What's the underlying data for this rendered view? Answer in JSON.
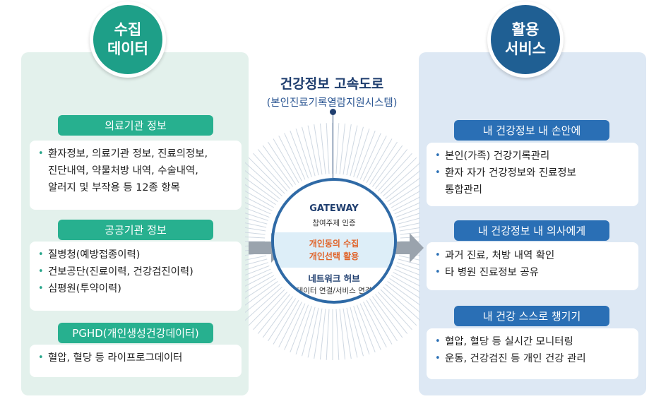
{
  "left": {
    "bubble_line1": "수집",
    "bubble_line2": "데이터",
    "groups": [
      {
        "tag": "의료기관 정보",
        "items": [
          "환자정보, 의료기관 정보, 진료의정보,",
          "진단내역, 약물처방 내역, 수술내역,",
          "알러지 및 부작용 등 12종 항목"
        ]
      },
      {
        "tag": "공공기관 정보",
        "items": [
          "질병청(예방접종이력)",
          "건보공단(진료이력, 건강검진이력)",
          "심평원(투약이력)"
        ]
      },
      {
        "tag": "PGHD(개인생성건강데이터)",
        "items": [
          "혈압, 혈당 등 라이프로그데이터"
        ]
      }
    ]
  },
  "right": {
    "bubble_line1": "활용",
    "bubble_line2": "서비스",
    "groups": [
      {
        "tag": "내 건강정보 내 손안에",
        "items": [
          "본인(가족) 건강기록관리",
          "환자 자가 건강정보와 진료정보",
          "통합관리"
        ]
      },
      {
        "tag": "내 건강정보 내 의사에게",
        "items": [
          "과거 진료, 처방 내역 확인",
          "타 병원 진료정보 공유"
        ]
      },
      {
        "tag": "내 건강 스스로 챙기기",
        "items": [
          "혈압, 혈당 등 실시간 모니터링",
          "운동, 건강검진 등 개인 건강 관리"
        ]
      }
    ]
  },
  "center": {
    "title": "건강정보 고속도로",
    "subtitle": "(본인진료기록열람지원시스템)",
    "gateway_title": "GATEWAY",
    "gateway_sub": "참여주제 인증",
    "orange_line1": "개인동의 수집",
    "orange_line2": "개인선택 활용",
    "network_title": "네트워크 허브",
    "network_sub": "데이터 연결/서비스 연결"
  },
  "colors": {
    "green": "#1e9f88",
    "blue": "#1f5f93",
    "orange": "#e0642a"
  },
  "bullet": "•"
}
